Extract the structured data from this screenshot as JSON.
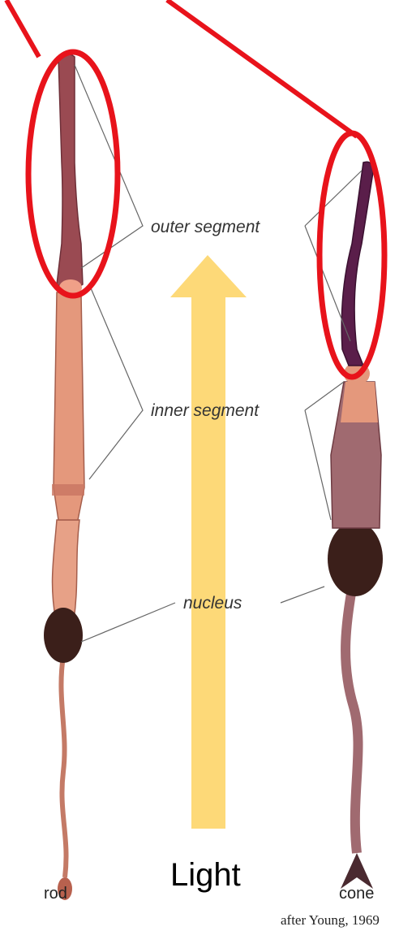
{
  "labels": {
    "outer_segment": "outer segment",
    "inner_segment": "inner segment",
    "nucleus": "nucleus"
  },
  "cells": {
    "rod": "rod",
    "cone": "cone"
  },
  "arrow_label": "Light",
  "credit": "after Young, 1969",
  "colors": {
    "highlight": "#e8131b",
    "arrow": "#fdd978",
    "rod_outer": "#9a4a52",
    "cone_outer": "#5a1e4a",
    "inner": "#e4987c",
    "nucleus": "#3b1f1a"
  }
}
